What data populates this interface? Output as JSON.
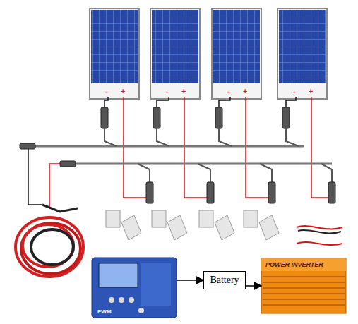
{
  "diagram": {
    "nodes": [
      {
        "text": [
          "PWM"
        ]
      },
      {
        "text": [
          "Battery"
        ]
      },
      {
        "text": [
          "POWER INVERTER"
        ]
      }
    ],
    "edges": [
      {
        "from": 0,
        "to": 1,
        "arrow": "to"
      },
      {
        "from": 1,
        "to": 2,
        "arrow": "to"
      }
    ],
    "labels": [
      "-",
      "+",
      "-",
      "+",
      "-",
      "+",
      "-",
      "+"
    ]
  }
}
